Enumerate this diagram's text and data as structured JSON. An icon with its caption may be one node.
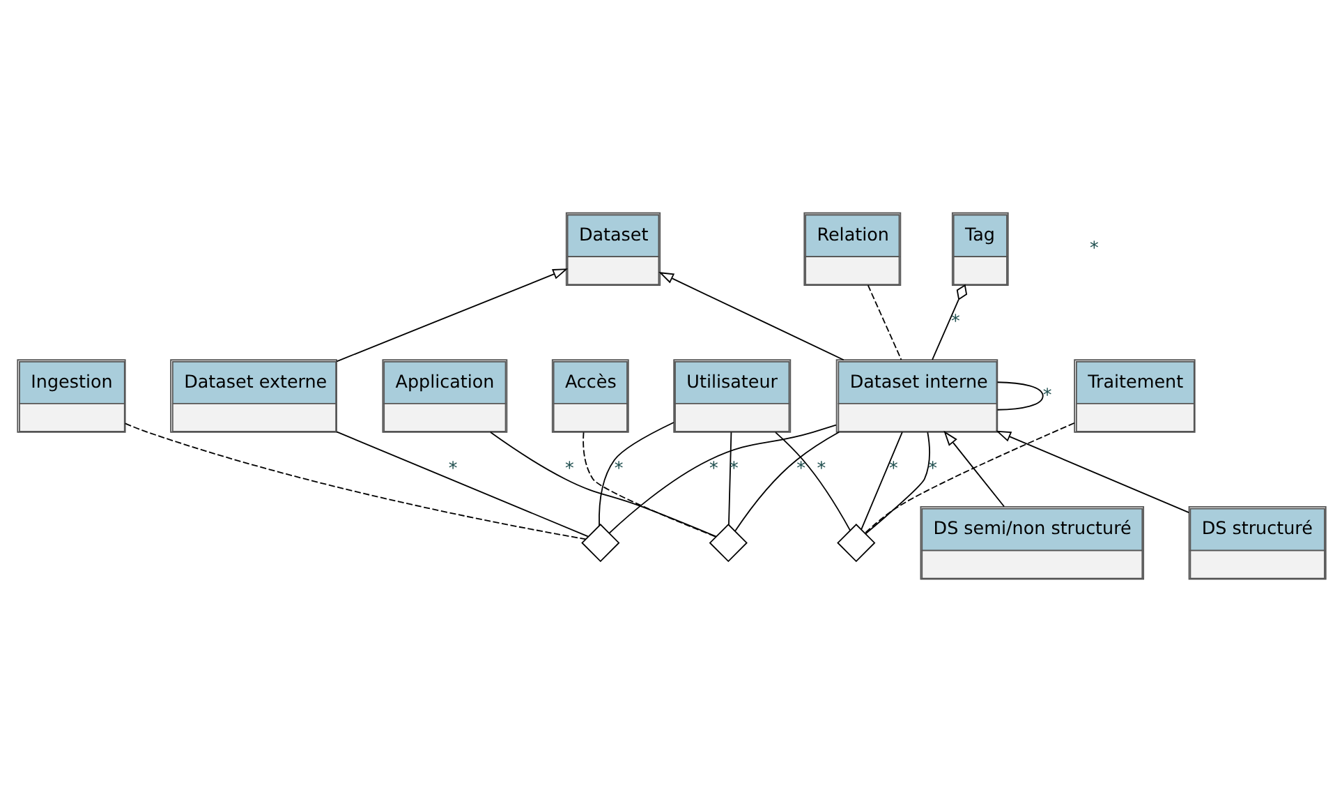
{
  "diagram": {
    "nodes": [
      {
        "text": [
          "Dataset"
        ]
      },
      {
        "text": [
          "Dataset externe"
        ]
      },
      {
        "text": [
          "Ingestion"
        ]
      },
      {
        "text": [],
        "shape": "diamond"
      },
      {
        "text": [
          "Relation"
        ]
      },
      {
        "text": [
          "Application"
        ]
      },
      {
        "text": [
          "Utilisateur"
        ]
      },
      {
        "text": [
          "Dataset interne"
        ]
      },
      {
        "text": [
          "Tag"
        ]
      },
      {
        "text": [],
        "shape": "diamond"
      },
      {
        "text": [
          "Accès"
        ]
      },
      {
        "text": [],
        "shape": "diamond"
      },
      {
        "text": [
          "DS semi/non structuré"
        ]
      },
      {
        "text": [
          "DS structuré"
        ]
      },
      {
        "text": [
          "Traitement"
        ]
      }
    ],
    "edges": [
      {
        "from": 1,
        "to": 0,
        "arrow": "to"
      },
      {
        "from": 7,
        "to": 0,
        "arrow": "to"
      },
      {
        "from": 1,
        "to": 3,
        "arrow": "none",
        "label": "*"
      },
      {
        "from": 2,
        "to": 3,
        "arrow": "none",
        "style": "dashed"
      },
      {
        "from": 7,
        "to": 3,
        "arrow": "none",
        "label": "*"
      },
      {
        "from": 6,
        "to": 3,
        "arrow": "none",
        "label": "*"
      },
      {
        "from": 7,
        "to": 7,
        "arrow": "none",
        "label": "*"
      },
      {
        "from": 4,
        "to": 7,
        "arrow": "none",
        "style": "dashed"
      },
      {
        "from": 8,
        "to": 7,
        "arrow": "other",
        "label": "*"
      },
      {
        "from": 5,
        "to": 9,
        "arrow": "none",
        "label": "*"
      },
      {
        "from": 7,
        "to": 9,
        "arrow": "none",
        "label": "*"
      },
      {
        "from": 6,
        "to": 9,
        "arrow": "none",
        "label": "*"
      },
      {
        "from": 10,
        "to": 9,
        "arrow": "none",
        "style": "dashed"
      },
      {
        "from": 7,
        "to": 11,
        "arrow": "none",
        "label": "*"
      },
      {
        "from": 7,
        "to": 11,
        "arrow": "none",
        "label": "*"
      },
      {
        "from": 6,
        "to": 11,
        "arrow": "none",
        "label": "*"
      },
      {
        "from": 14,
        "to": 11,
        "arrow": "none",
        "style": "dashed"
      },
      {
        "from": 12,
        "to": 7,
        "arrow": "to"
      },
      {
        "from": 13,
        "to": 7,
        "arrow": "to"
      }
    ],
    "labels": [
      "*"
    ]
  }
}
